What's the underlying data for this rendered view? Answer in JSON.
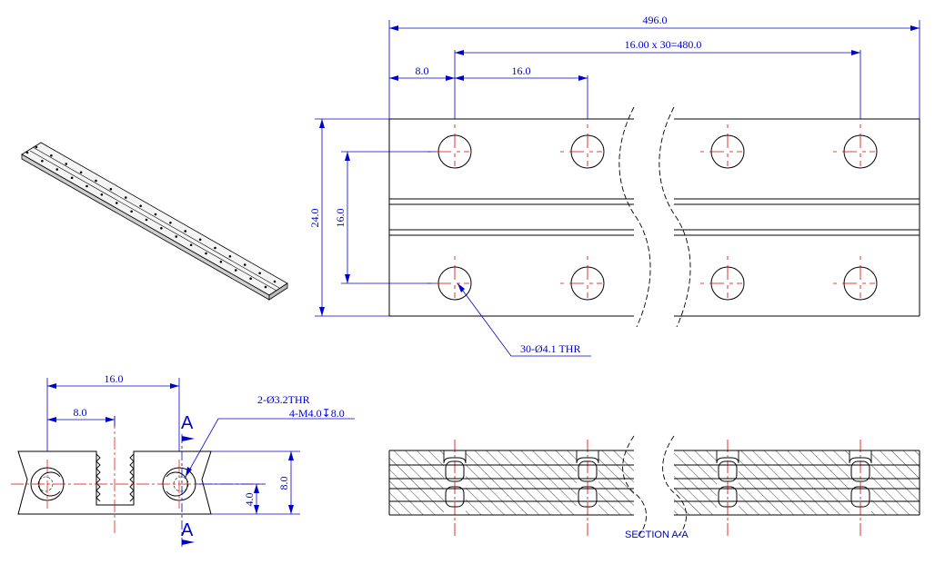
{
  "colors": {
    "outline": "#000000",
    "dimension": "#0000cc",
    "centerline": "#dd0000",
    "hatch": "#000000"
  },
  "dims": {
    "overall_length": "496.0",
    "hole_pattern": "16.00 x 30=480.0",
    "end_offset": "8.0",
    "pitch": "16.0",
    "width": "24.0",
    "row_spacing": "16.0",
    "hole_callout": "30-Ø4.1 THR",
    "end_pitch": "16.0",
    "end_half": "8.0",
    "end_holes_a": "2-Ø3.2THR",
    "end_holes_b": "4-M4.0↧8.0",
    "height": "8.0",
    "half_height": "4.0"
  },
  "section": {
    "marker": "A",
    "label": "SECTION A-A"
  }
}
